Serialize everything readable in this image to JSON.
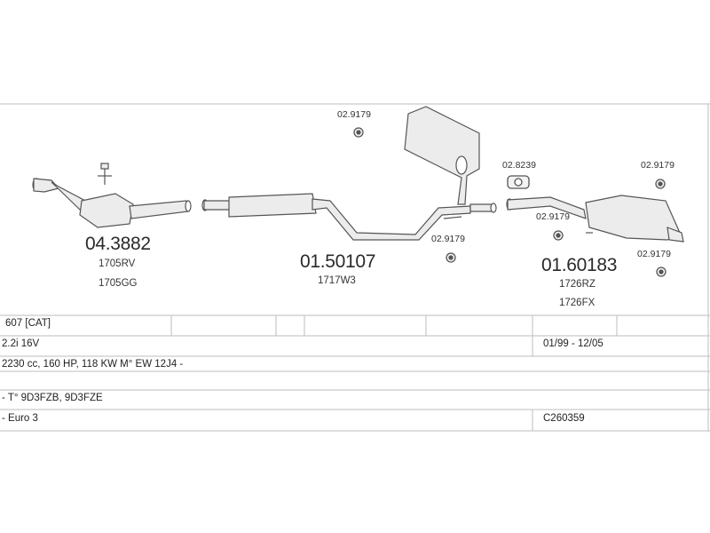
{
  "parts": {
    "catalytic": {
      "number": "04.3882",
      "oe1": "1705RV",
      "oe2": "1705GG"
    },
    "middle": {
      "number": "01.50107",
      "oe1": "1717W3"
    },
    "rear": {
      "number": "01.60183",
      "oe1": "1726RZ",
      "oe2": "1726FX"
    }
  },
  "accessories": {
    "a1": "02.9179",
    "a2": "02.9179",
    "a3": "02.8239",
    "a4": "02.9179",
    "a5": "02.9179",
    "a6": "02.9179"
  },
  "info": {
    "model": "607  [CAT]",
    "engine": "2.2i 16V",
    "years": "01/99 - 12/05",
    "specs": "2230 cc, 160 HP, 118 KW M° EW 12J4 -",
    "types": "- T° 9D3FZB, 9D3FZE",
    "emission": "- Euro 3",
    "code": "C260359"
  },
  "colors": {
    "line": "#555555",
    "rule": "#bbbbbb",
    "fill": "#e9e9e9"
  }
}
